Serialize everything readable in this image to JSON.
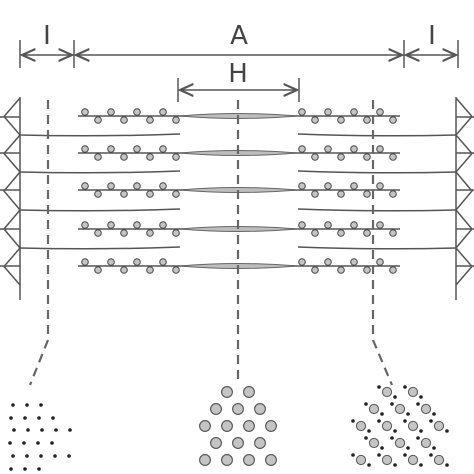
{
  "labels": {
    "i_band_left": "I",
    "a_band": "A",
    "i_band_right": "I",
    "h_zone": "H"
  },
  "colors": {
    "stroke": "#555555",
    "dashed": "#666666",
    "myosin_fill": "#bdbdbd",
    "head_fill": "#c4c4c4",
    "dot": "#222222"
  }
}
